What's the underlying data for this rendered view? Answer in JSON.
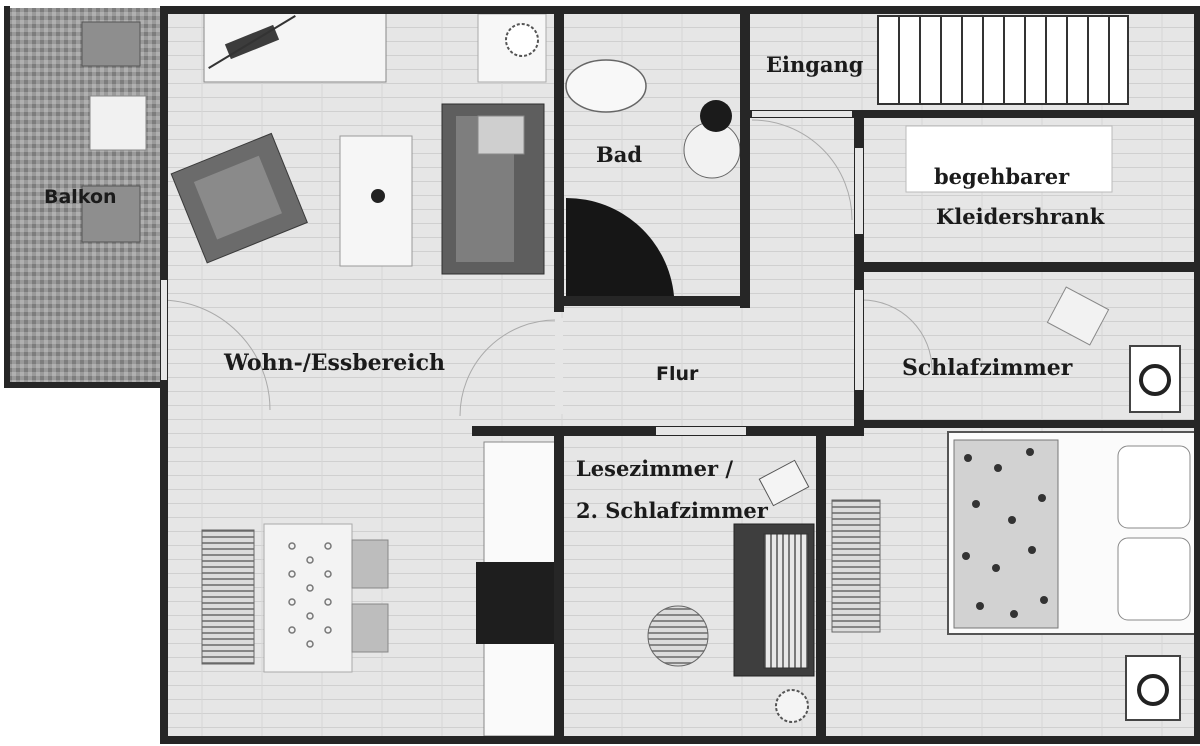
{
  "rooms": {
    "balkon": "Balkon",
    "eingang": "Eingang",
    "bad": "Bad",
    "kleiderschrank_line1": "begehbarer",
    "kleiderschrank_line2": "Kleidershrank",
    "wohnbereich": "Wohn-/Essbereich",
    "flur": "Flur",
    "schlafzimmer": "Schlafzimmer",
    "lesezimmer_line1": "Lesezimmer /",
    "lesezimmer_line2": "2. Schlafzimmer"
  },
  "colors": {
    "wall": "#2a2a2a",
    "floor": "#e6e6e6",
    "floor_line": "#d2d2d2",
    "balcony_tile": "#8a8a8a",
    "furniture_dark": "#5a5a5a",
    "furniture_light": "#f4f4f4"
  }
}
